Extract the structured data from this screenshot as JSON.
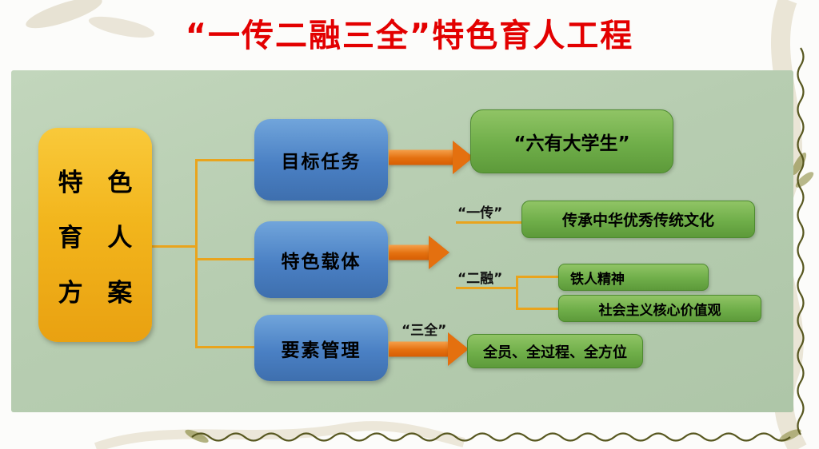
{
  "title": "“一传二融三全”特色育人工程",
  "root_box": {
    "line1": "特 色",
    "line2": "育 人",
    "line3": "方 案"
  },
  "blue_boxes": [
    {
      "label": "目标任务"
    },
    {
      "label": "特色载体"
    },
    {
      "label": "要素管理"
    }
  ],
  "green_boxes": {
    "six_haves": "“六有大学生”",
    "heritage": "传承中华优秀传统文化",
    "iron_man": "铁人精神",
    "core_values": "社会主义核心价值观",
    "three_all": "全员、全过程、全方位"
  },
  "tags": {
    "yi_chuan": "“一传”",
    "er_rong": "“二融”",
    "san_quan": "“三全”"
  },
  "colors": {
    "title_red": "#e30000",
    "panel_green": "#b7cdb1",
    "root_yellow": "#f2b51c",
    "branch_blue": "#4a80c4",
    "leaf_green": "#6fae49",
    "arrow_orange": "#e4700f",
    "connector_orange": "#e9a41d",
    "squiggle_olive": "#57571f"
  }
}
